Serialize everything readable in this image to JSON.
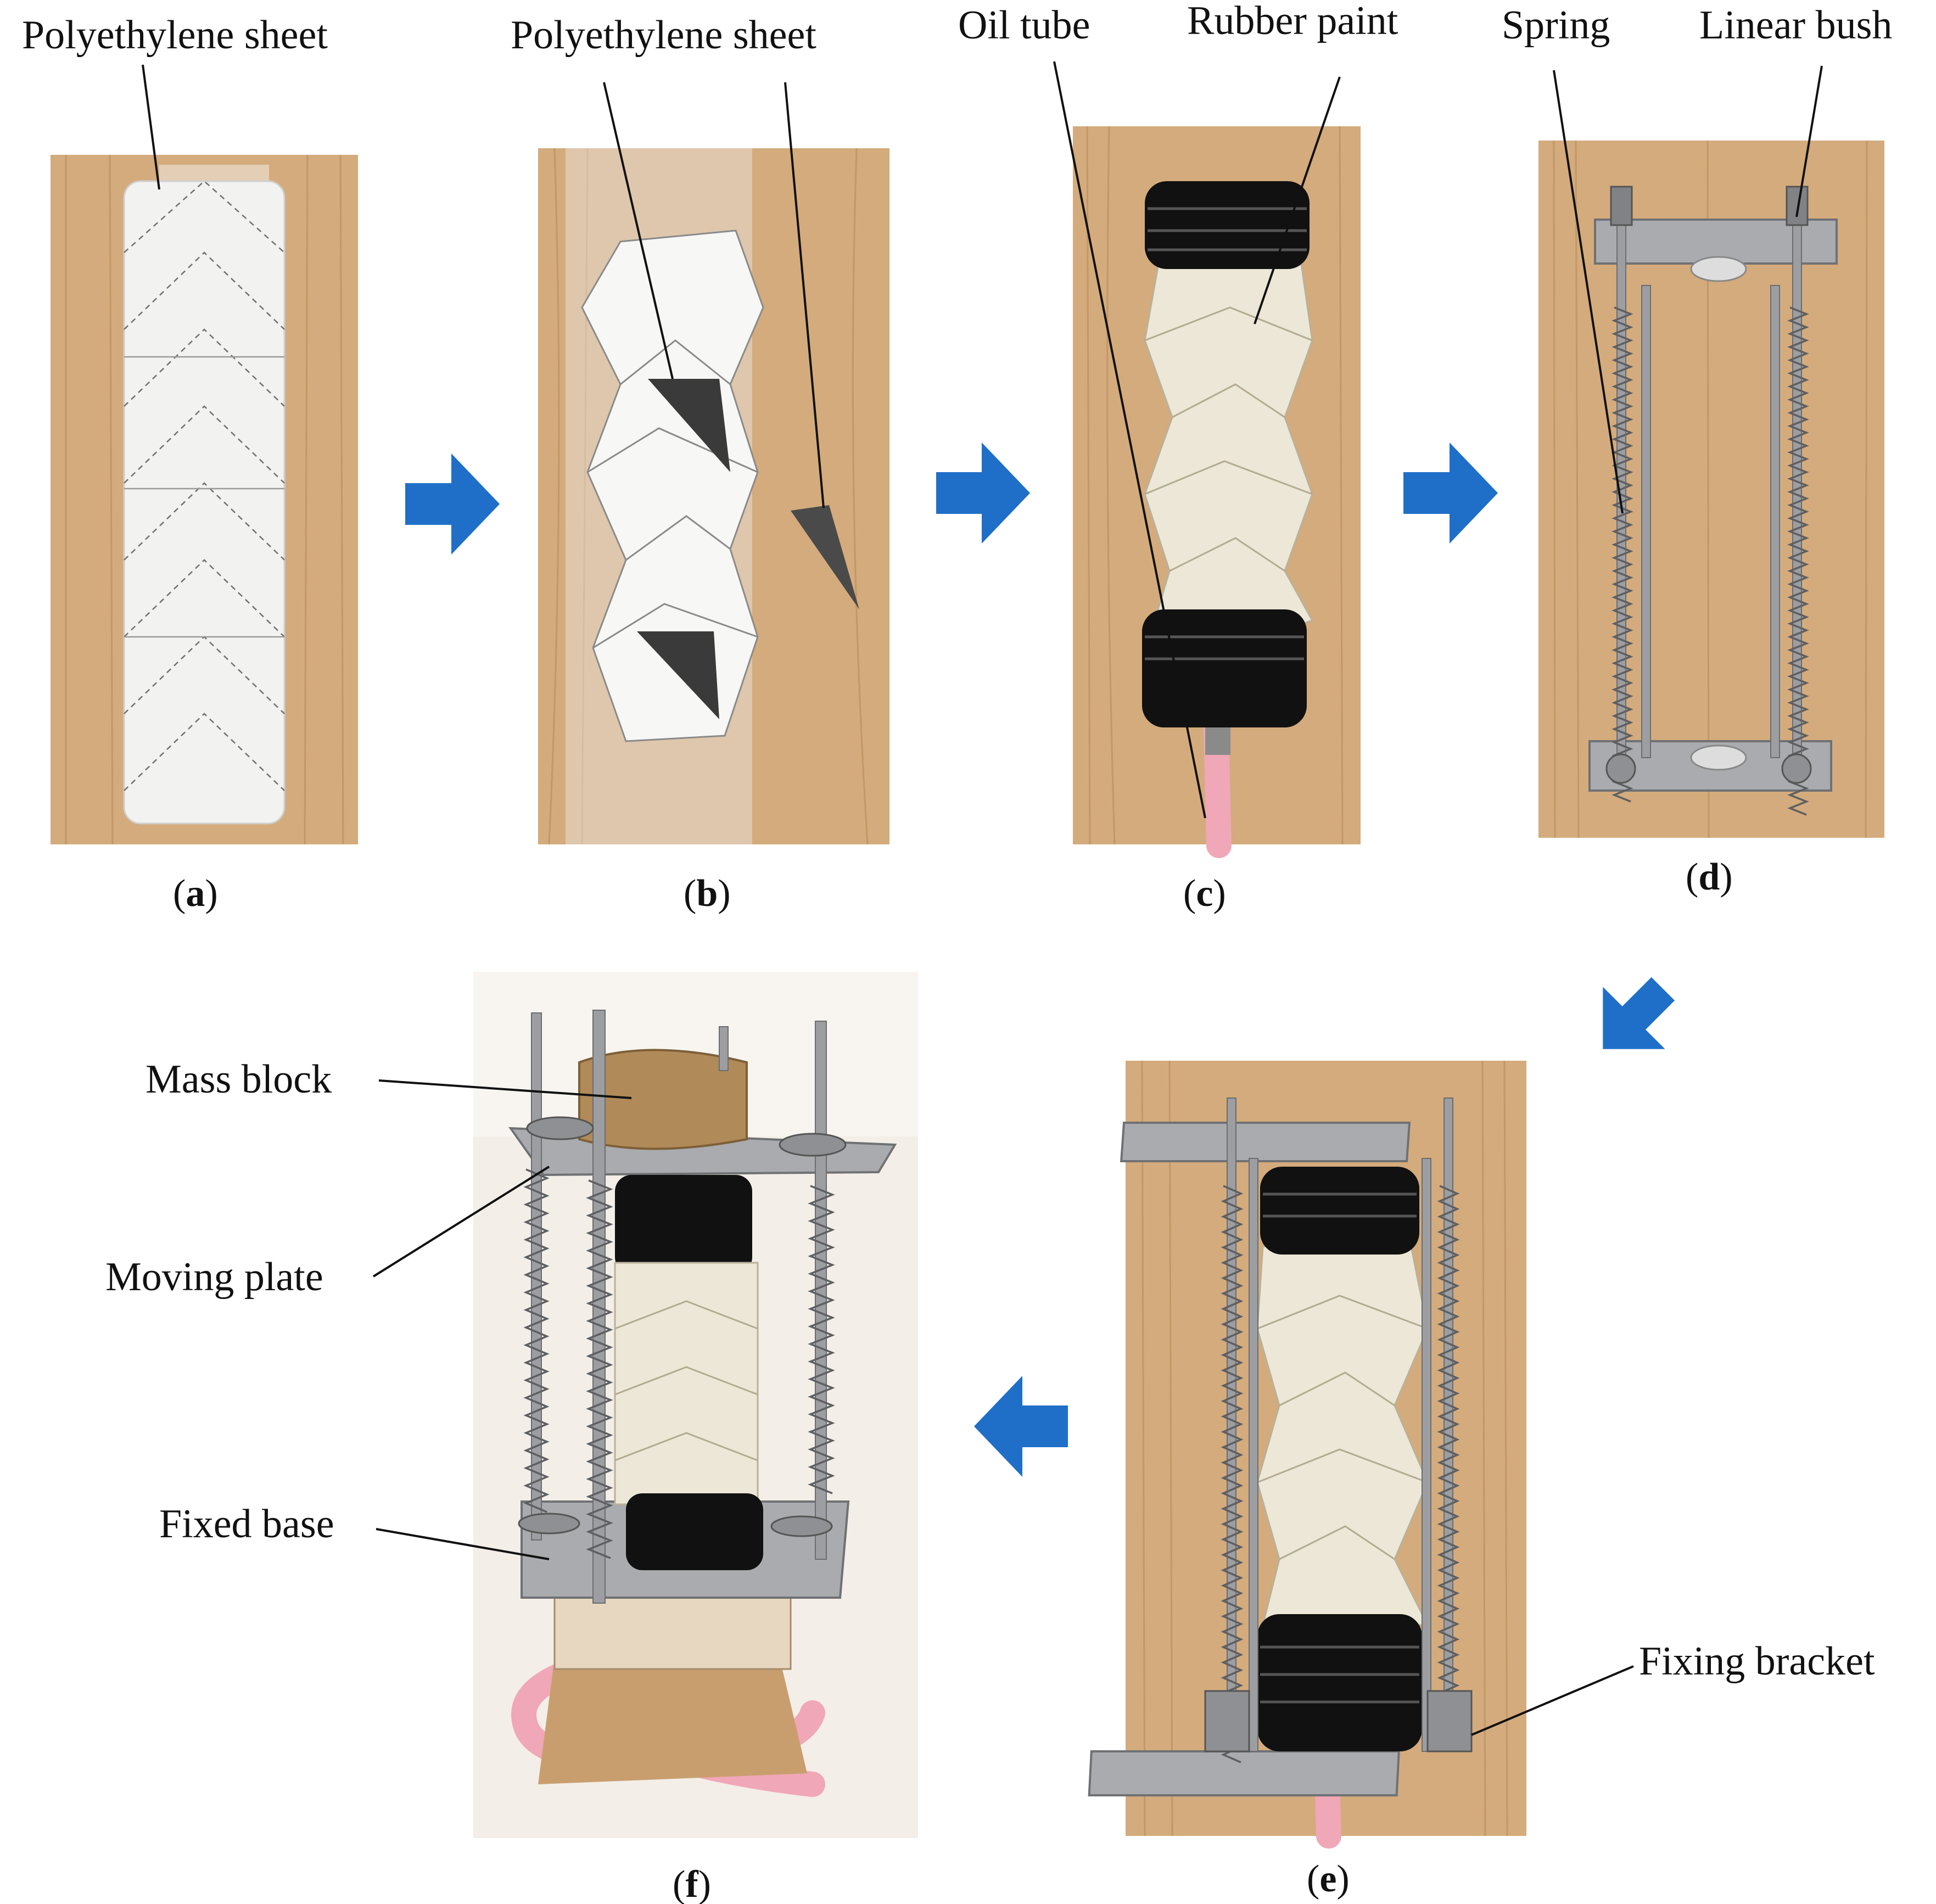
{
  "panels": {
    "a": {
      "caption_open": "(",
      "caption_letter": "a",
      "caption_close": ")",
      "labels": [
        "Polyethylene sheet"
      ]
    },
    "b": {
      "caption_open": "(",
      "caption_letter": "b",
      "caption_close": ")",
      "labels": [
        "Polyethylene sheet"
      ]
    },
    "c": {
      "caption_open": "(",
      "caption_letter": "c",
      "caption_close": ")",
      "labels": [
        "Oil tube",
        "Rubber paint"
      ]
    },
    "d": {
      "caption_open": "(",
      "caption_letter": "d",
      "caption_close": ")",
      "labels": [
        "Spring",
        "Linear bush"
      ]
    },
    "e": {
      "caption_open": "(",
      "caption_letter": "e",
      "caption_close": ")",
      "labels": [
        "Fixing bracket"
      ]
    },
    "f": {
      "caption_open": "(",
      "caption_letter": "f",
      "caption_close": ")",
      "labels": [
        "Mass block",
        "Moving plate",
        "Fixed base"
      ]
    }
  },
  "colors": {
    "arrow": "#1f6fc8",
    "wood": "#d4ab7c",
    "rubber": "#111111",
    "tube": "#f0a7b7",
    "text": "#111111"
  },
  "icons": [
    "process-arrow-icon"
  ]
}
